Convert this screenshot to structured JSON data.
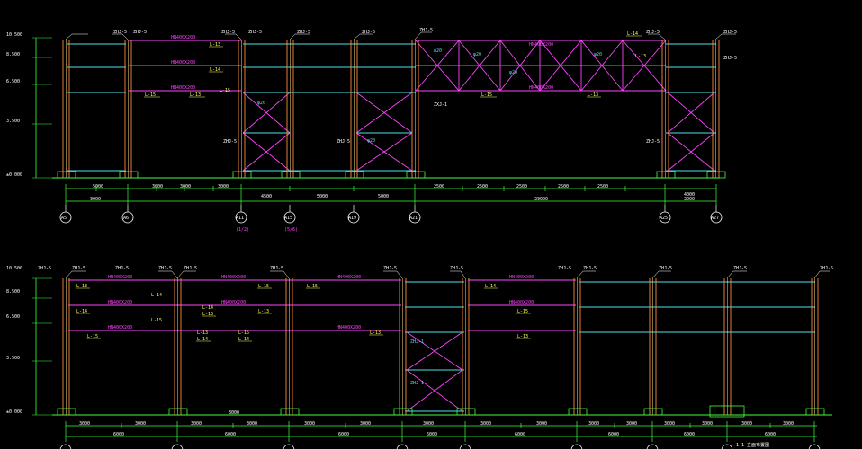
{
  "colors": {
    "background": "#000000",
    "column": "#ff8a3d",
    "column_inner": "#ffe08a",
    "beam": "#ff44ff",
    "girt": "#4ee0f0",
    "dimension": "#3cff3c",
    "text_label": "#ffff55",
    "axis_bubble": "#ffffff"
  },
  "elevation_top": {
    "grid_axes": [
      "A5",
      "A6",
      "A11",
      "A15",
      "A19",
      "A21",
      "A25",
      "A27"
    ],
    "magenta_sub": [
      "(1/2)",
      "(5/6)"
    ],
    "level_marks": [
      "10.500",
      "8.500",
      "6.500",
      "3.500",
      "±0.000"
    ],
    "dims_row1": [
      "5000",
      "3000",
      "3000",
      "3000",
      "4500",
      "5000",
      "5000",
      "2500",
      "2500",
      "2500",
      "2500",
      "2500",
      "4000"
    ],
    "dims_row2": [
      "9000",
      "39000",
      "3000"
    ],
    "col_tags": [
      "ZHJ-5",
      "ZHJ-5",
      "ZHJ-5",
      "ZHJ-5",
      "ZHJ-5",
      "ZHJ-5",
      "ZHJ-5",
      "ZHJ-5",
      "ZHJ-5"
    ],
    "beam_tags": [
      "HN400X200",
      "HN400X200",
      "HN400X200",
      "HN400X200",
      "HN400X200"
    ],
    "bracing_tags": [
      "φ20",
      "φ20",
      "φ20",
      "φ20",
      "φ20",
      "φ20"
    ],
    "small_labels": [
      "L-13",
      "L-14",
      "L-15",
      "L-13",
      "L-15",
      "L-13",
      "L-14",
      "L-15",
      "L-13"
    ],
    "side_notes": [
      "ZHJ-5",
      "ZHJ-5",
      "ZHJ-5",
      "ZHJ-5",
      "ZXJ-1"
    ]
  },
  "elevation_bottom": {
    "level_marks": [
      "10.500",
      "8.500",
      "6.500",
      "3.500",
      "±0.000"
    ],
    "dims_row1": [
      "3000",
      "3000",
      "3000",
      "3000",
      "3000",
      "3000",
      "3000",
      "3000",
      "3000",
      "3000",
      "3000",
      "3000",
      "3000",
      "3000",
      "3000",
      "3000"
    ],
    "dims_row2": [
      "6000",
      "6000",
      "6000",
      "6000",
      "6000",
      "6000",
      "6000",
      "6000"
    ],
    "col_tags": [
      "ZHJ-5",
      "ZHJ-5",
      "ZHJ-5",
      "ZHJ-5",
      "ZHJ-5",
      "ZHJ-5",
      "ZHJ-5",
      "ZHJ-5",
      "ZHJ-5",
      "ZHJ-5",
      "ZHJ-5",
      "ZHJ-5",
      "ZHJ-5"
    ],
    "beam_tags": [
      "HN400X200",
      "HN400X200",
      "HN400X200",
      "HN400X200",
      "HN400X200",
      "HN400X200",
      "HN400X200",
      "HN400X200",
      "HN400X200"
    ],
    "small_labels": [
      "L-13",
      "L-14",
      "L-15",
      "L-13",
      "L-14",
      "L-15",
      "L-13",
      "L-14",
      "L-15",
      "L-13",
      "L-14",
      "L-15",
      "L-13",
      "L-14",
      "L-15",
      "L-13",
      "L-14",
      "L-15"
    ],
    "bracing_tags": [
      "ZHJ-1",
      "ZHJ-1"
    ],
    "title_caption": "1-1 立面布置图"
  }
}
